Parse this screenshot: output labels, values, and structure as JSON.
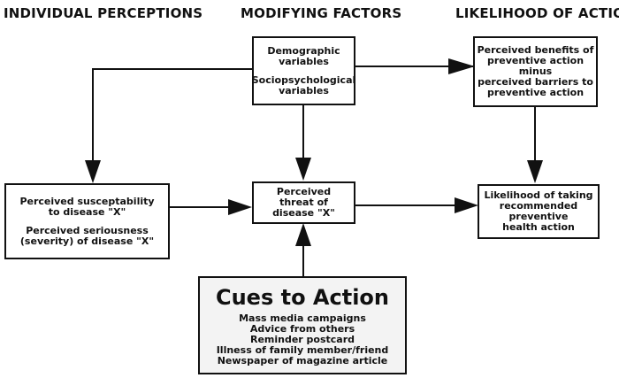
{
  "headers": {
    "individual": "INDIVIDUAL PERCEPTIONS",
    "modifying": "MODIFYING FACTORS",
    "likelihood": "LIKELIHOOD OF ACTION"
  },
  "boxes": {
    "demographic": {
      "line1": "Demographic",
      "line2": "variables",
      "line3": "Sociopsychological",
      "line4": "variables"
    },
    "benefits": {
      "line1": "Perceived benefits of",
      "line2": "preventive action",
      "line3": "minus",
      "line4": "perceived barriers to",
      "line5": "preventive action"
    },
    "susceptibility": {
      "line1": "Perceived susceptability",
      "line2": "to disease \"X\"",
      "line3": "Perceived seriousness",
      "line4": "(severity) of disease \"X\""
    },
    "threat": {
      "line1": "Perceived",
      "line2": "threat of",
      "line3": "disease \"X\""
    },
    "likelihood": {
      "line1": "Likelihood of taking",
      "line2": "recommended",
      "line3": "preventive",
      "line4": "health action"
    },
    "cues": {
      "title": "Cues to Action",
      "items": [
        "Mass media campaigns",
        "Advice from others",
        "Reminder postcard",
        "Illness of family member/friend",
        "Newspaper of magazine article"
      ]
    }
  }
}
